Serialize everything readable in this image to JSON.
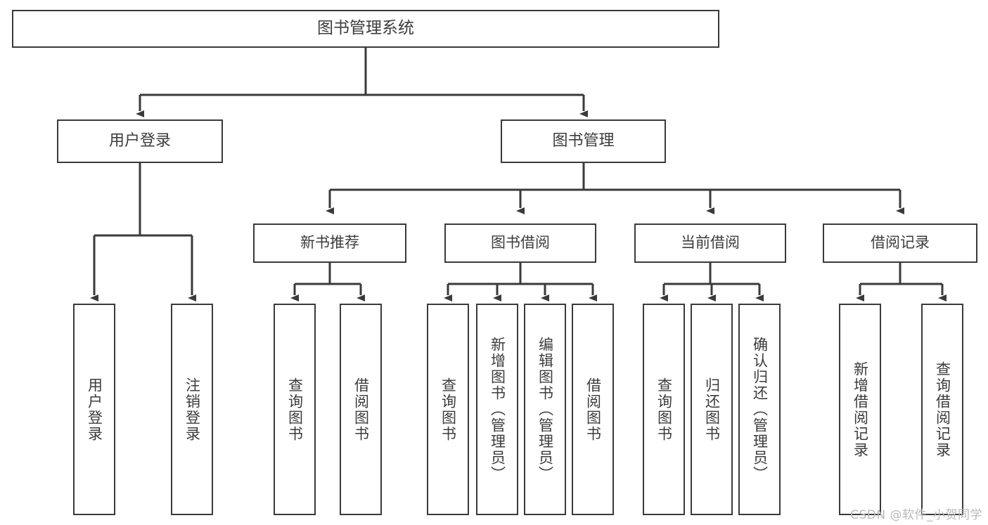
{
  "diagram": {
    "title": "图书管理系统",
    "watermark": "CSDN @软件_小贺同学",
    "line_color": "#3a3a3a",
    "box_fill": "#ffffff",
    "text_color": "#3c3c3c",
    "root": {
      "label": "图书管理系统"
    },
    "level2": [
      {
        "label": "用户登录"
      },
      {
        "label": "图书管理"
      }
    ],
    "level3": [
      {
        "label": "新书推荐"
      },
      {
        "label": "图书借阅"
      },
      {
        "label": "当前借阅"
      },
      {
        "label": "借阅记录"
      }
    ],
    "leaves": {
      "user_login": [
        {
          "label": "用户登录"
        },
        {
          "label": "注销登录"
        }
      ],
      "new_book": [
        {
          "label": "查询图书"
        },
        {
          "label": "借阅图书"
        }
      ],
      "book_borrow": [
        {
          "label": "查询图书"
        },
        {
          "label": "新增图书（管理员）"
        },
        {
          "label": "编辑图书（管理员）"
        },
        {
          "label": "借阅图书"
        }
      ],
      "current_borrow": [
        {
          "label": "查询图书"
        },
        {
          "label": "归还图书"
        },
        {
          "label": "确认归还（管理员）"
        }
      ],
      "borrow_record": [
        {
          "label": "新增借阅记录"
        },
        {
          "label": "查询借阅记录"
        }
      ]
    }
  }
}
